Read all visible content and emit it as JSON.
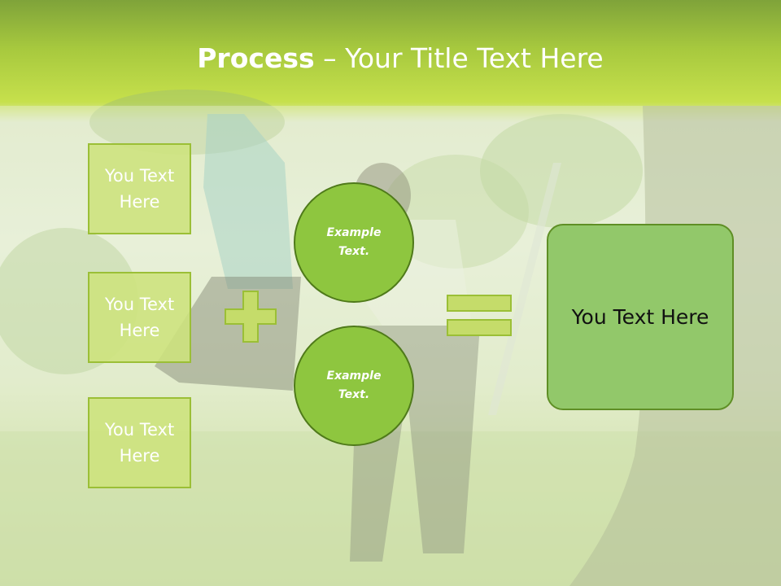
{
  "slide": {
    "title_bold": "Process",
    "title_dash": " – ",
    "title_rest": "Your Title Text Here",
    "boxes": [
      "You Text Here",
      "You Text Here",
      "You Text Here"
    ],
    "circles": [
      "Example Text.",
      "Example Text."
    ],
    "result": "You Text Here"
  },
  "colors": {
    "header_green": "#a7c93e",
    "box_fill": "#cde27c",
    "circle_fill": "#8ec63f",
    "result_fill": "#92c86a",
    "symbol_fill": "#c5dc6a"
  },
  "icons": [
    "plus-icon",
    "equals-icon"
  ]
}
